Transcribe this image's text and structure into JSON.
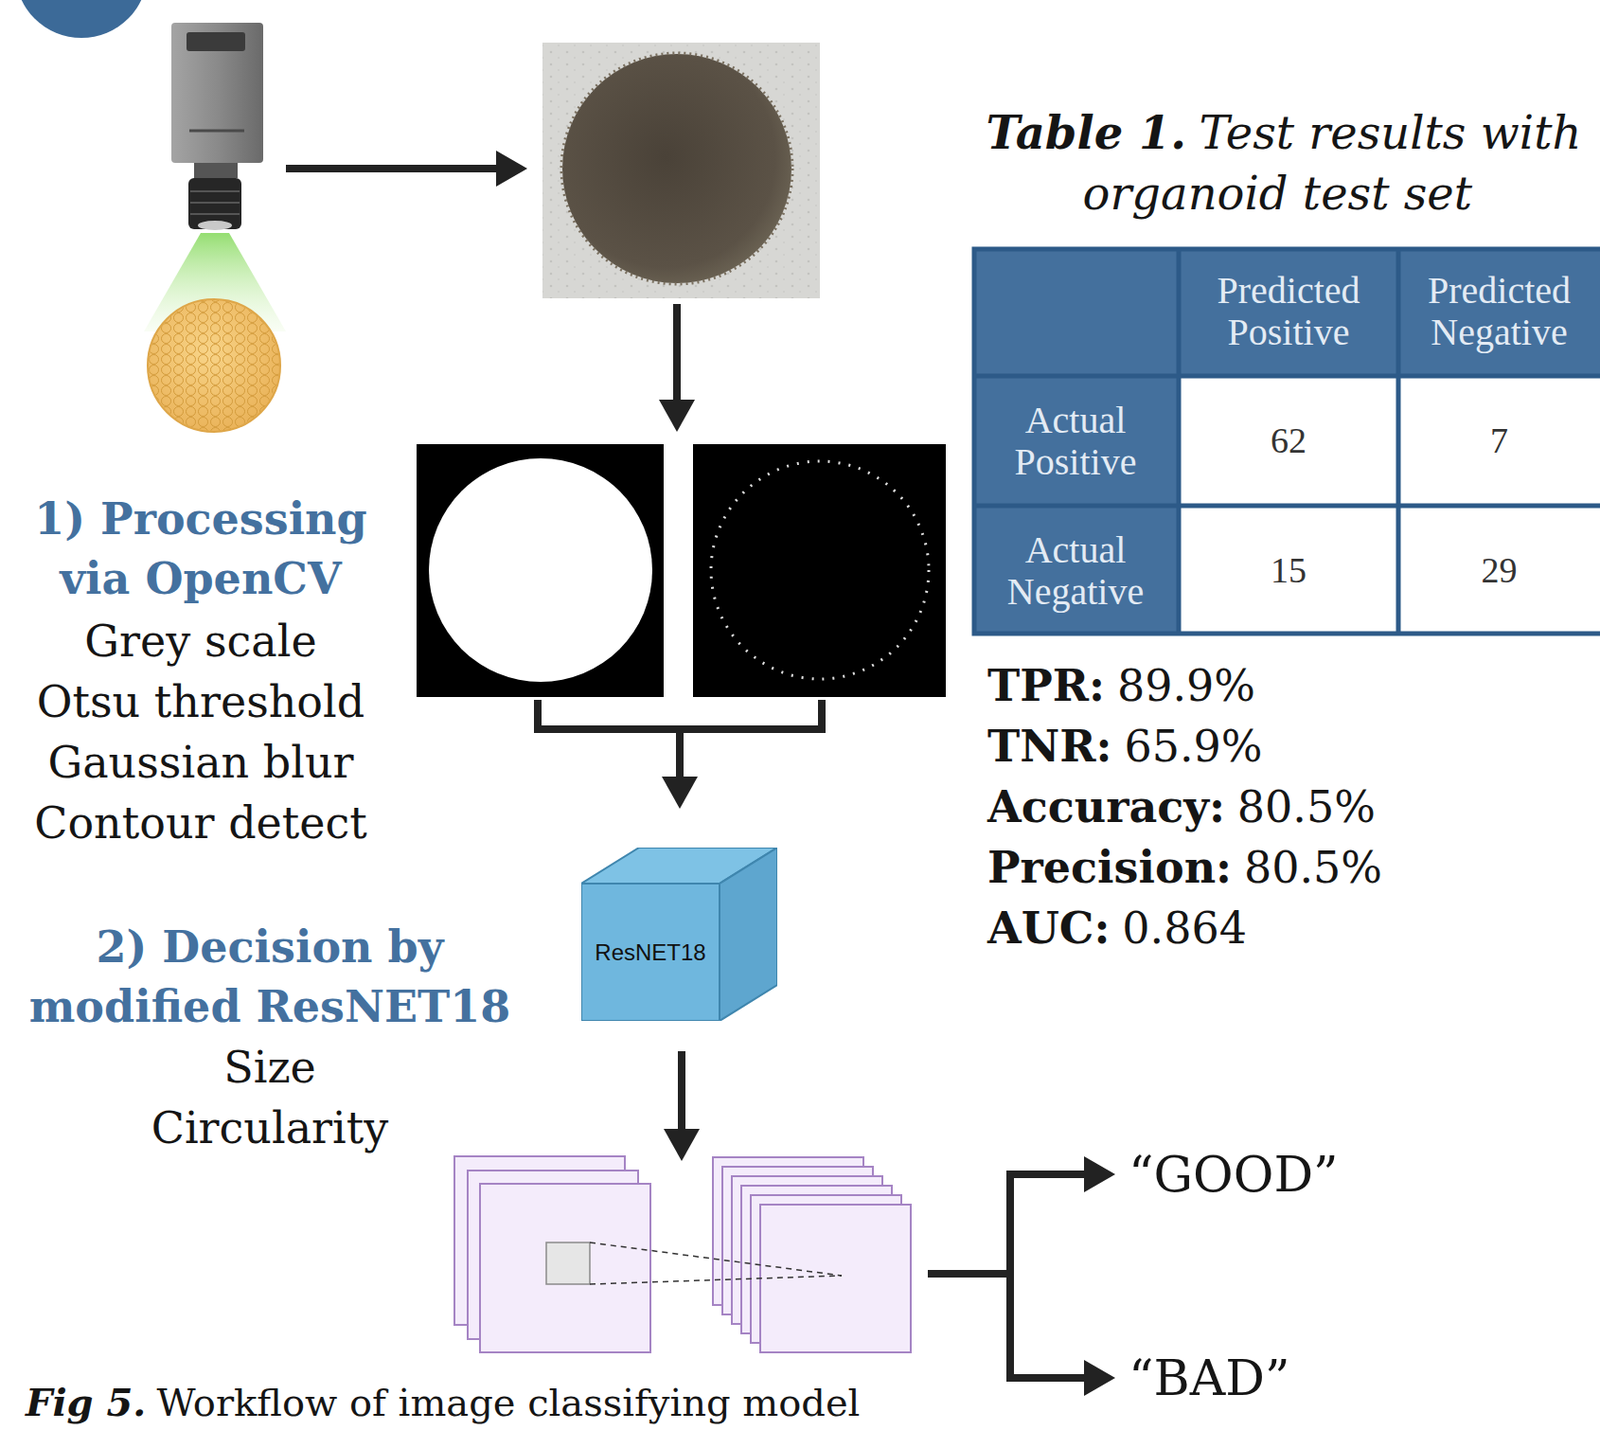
{
  "diagram": {
    "caption": "Workflow of image classifying model",
    "nodes": [
      {
        "text": [
          "ResNET18"
        ]
      }
    ],
    "labels": [
      "Table 1.",
      "Test results with organoid test set",
      "Predicted Positive",
      "Predicted Negative",
      "Actual Positive",
      "62",
      "7",
      "Actual Negative",
      "15",
      "29",
      "1) Processing via OpenCV",
      "Grey scale",
      "Otsu threshold",
      "Gaussian blur",
      "Contour detect",
      "TPR:",
      "89.9%",
      "TNR:",
      "65.9%",
      "Accuracy:",
      "80.5%",
      "Precision:",
      "80.5%",
      "AUC:",
      "0.864",
      "2) Decision by modified ResNET18",
      "Size",
      "Circularity",
      "“GOOD”",
      "“BAD”",
      "Fig 5."
    ]
  }
}
